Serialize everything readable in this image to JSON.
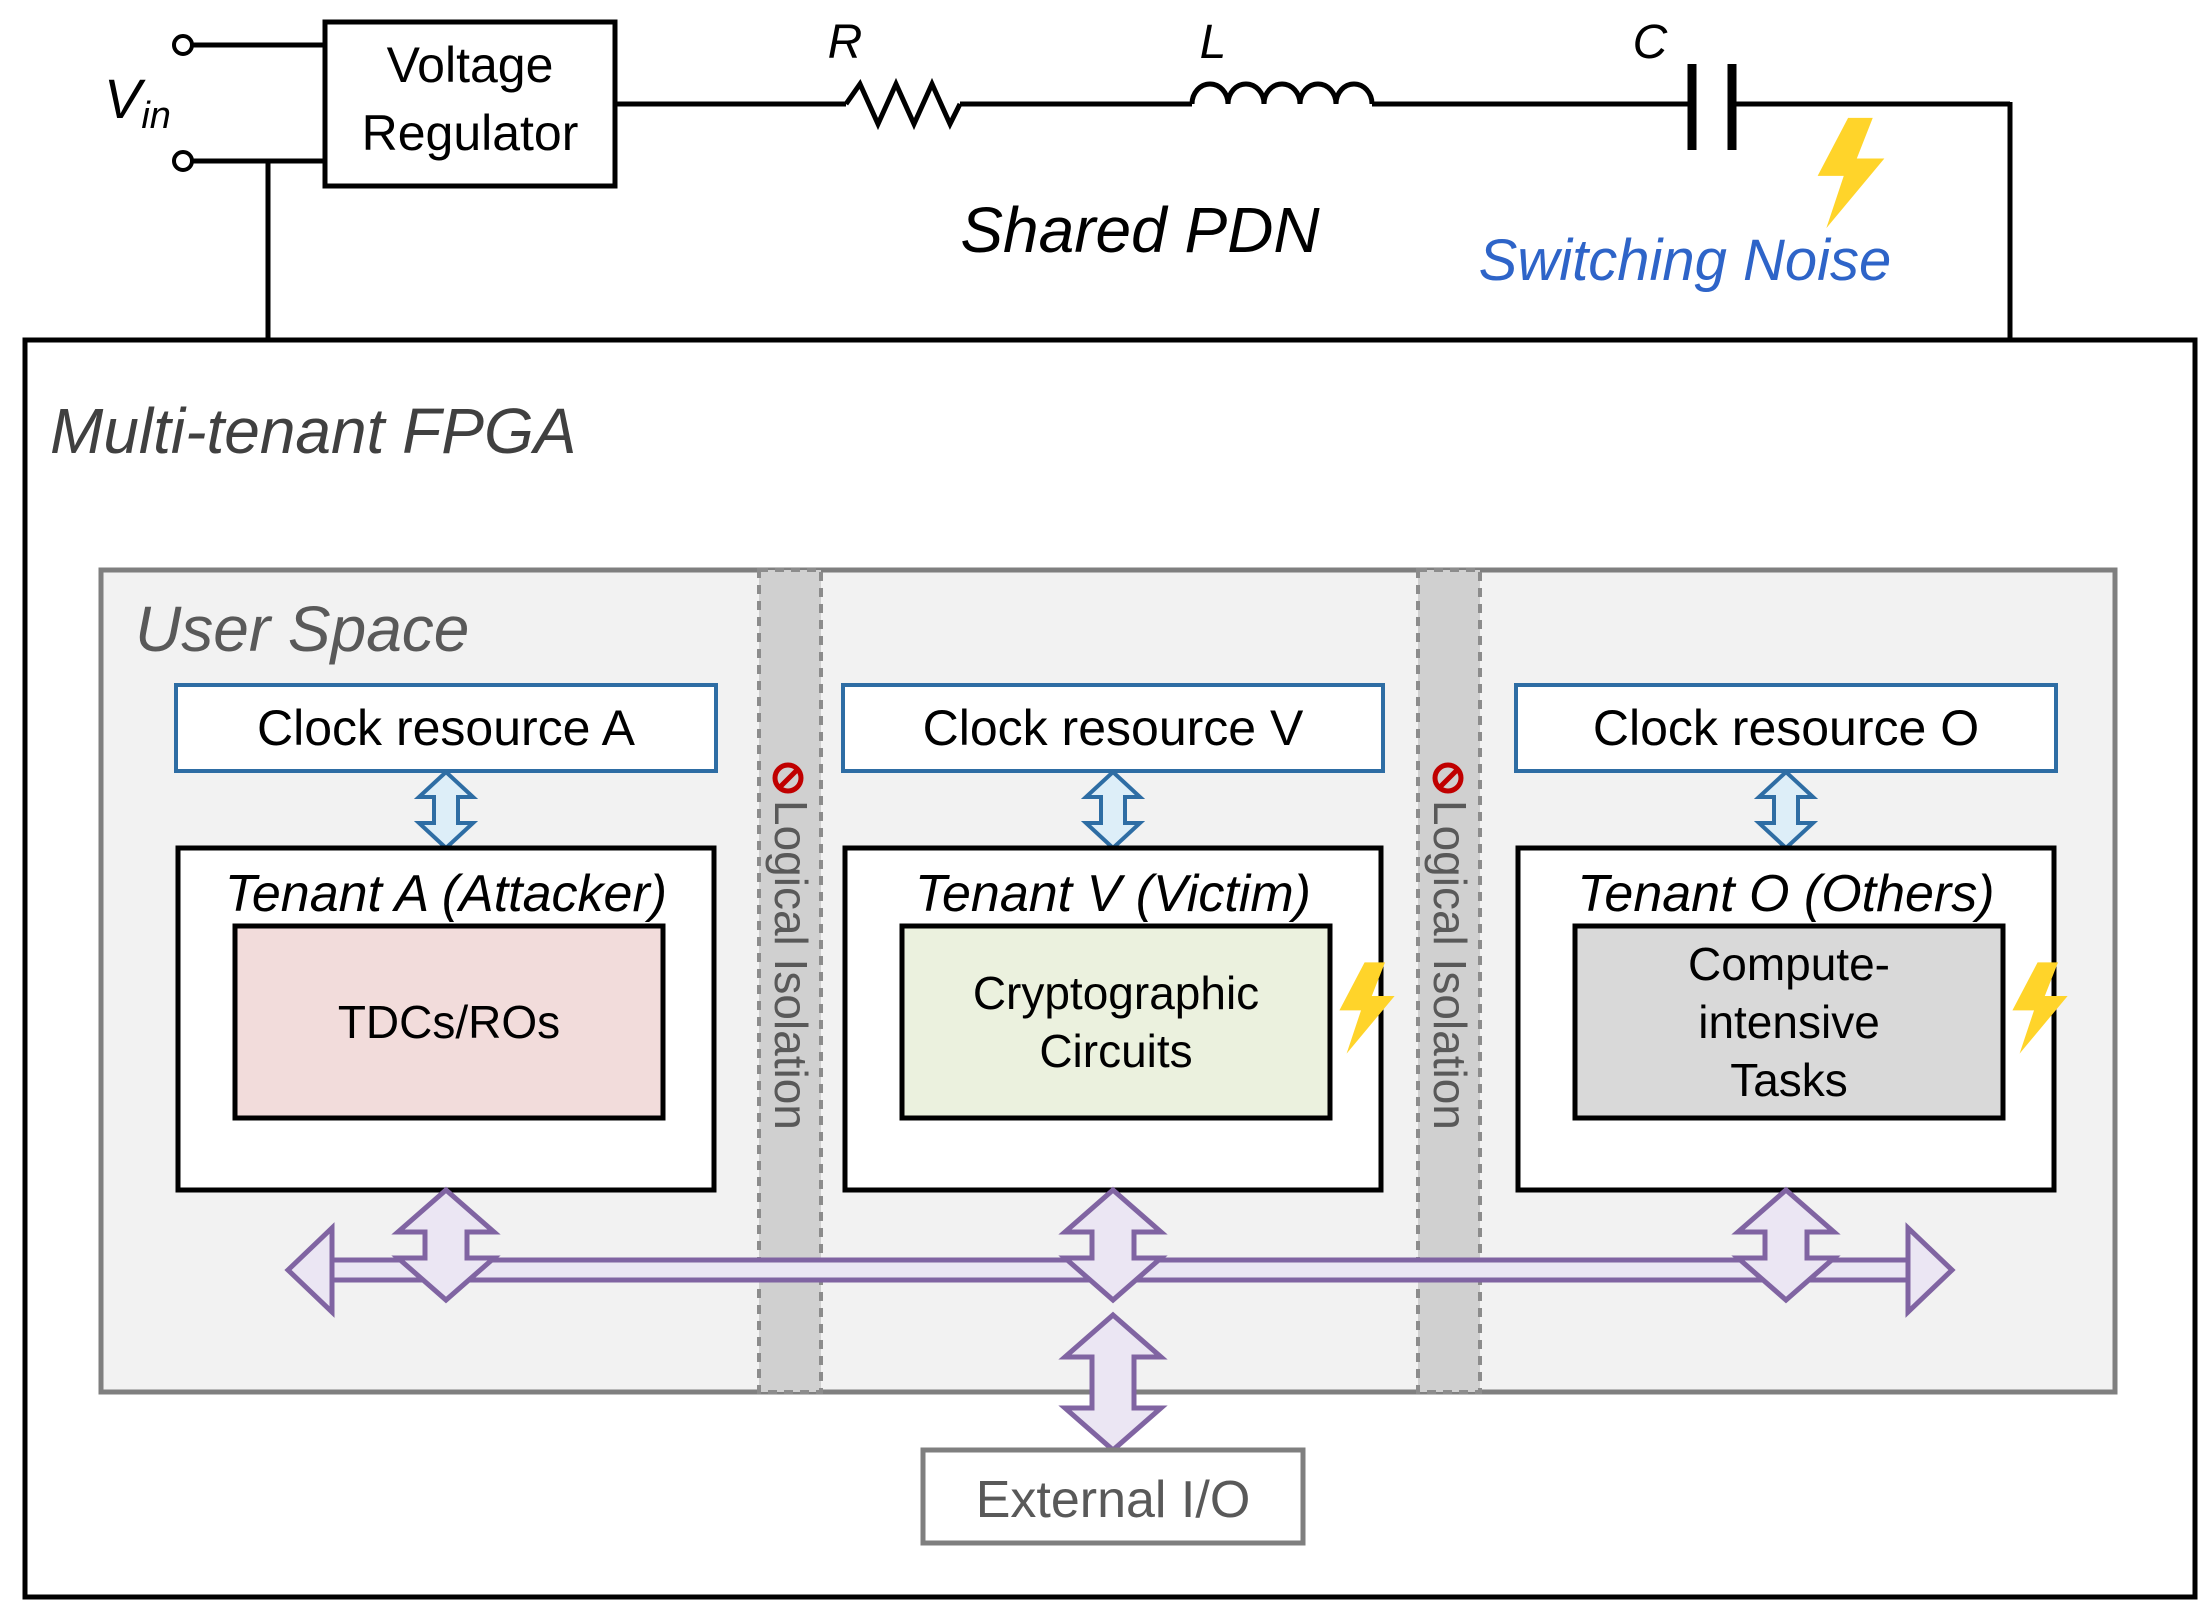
{
  "circuit": {
    "vin": {
      "main": "V",
      "sub": "in"
    },
    "regulator": {
      "line1": "Voltage",
      "line2": "Regulator"
    },
    "r_label": "R",
    "l_label": "L",
    "c_label": "C",
    "pdn_label": "Shared PDN",
    "noise_label": "Switching Noise"
  },
  "fpga": {
    "title": "Multi-tenant FPGA",
    "user_space_label": "User Space",
    "isolation_label": "Logical Isolation",
    "external_io_label": "External I/O"
  },
  "tenants": [
    {
      "clock": "Clock resource A",
      "title": "Tenant A (Attacker)",
      "inner_lines": [
        "TDCs/ROs"
      ],
      "inner_fill": "#f2dcdb",
      "noisy": false
    },
    {
      "clock": "Clock resource V",
      "title": "Tenant V (Victim)",
      "inner_lines": [
        "Cryptographic",
        "Circuits"
      ],
      "inner_fill": "#ebf1de",
      "noisy": true
    },
    {
      "clock": "Clock resource O",
      "title": "Tenant O (Others)",
      "inner_lines": [
        "Compute-",
        "intensive",
        "Tasks"
      ],
      "inner_fill": "#d9d9d9",
      "noisy": true
    }
  ],
  "colors": {
    "clock_border": "#2e6da4",
    "clock_arrow_fill": "#ddeef8",
    "bus_stroke": "#8064a2",
    "bus_fill": "#ebe6f3",
    "noise_text": "#2e64c8",
    "bolt": "#ffd42a",
    "no_entry": "#c00000",
    "user_space_fill": "#f2f2f2",
    "gray_border": "#7f7f7f"
  },
  "icons": {
    "bolt": "lightning-bolt-icon",
    "no_entry": "no-entry-icon"
  }
}
